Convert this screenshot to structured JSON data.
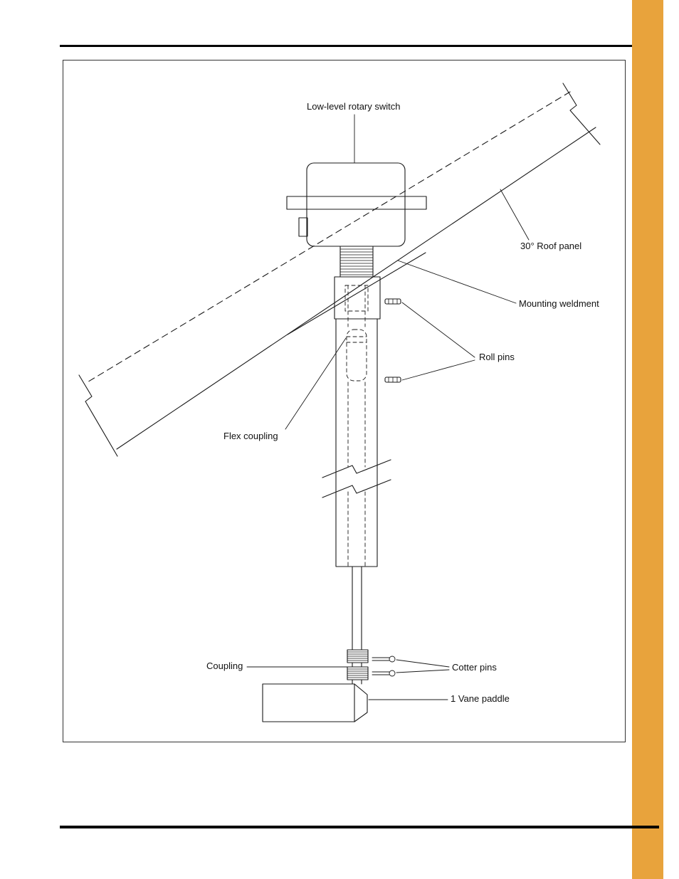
{
  "page": {
    "accent_bar_color": "#E8A33C",
    "line_color": "#1a1a1a",
    "background_color": "#ffffff"
  },
  "diagram": {
    "labels": {
      "rotary_switch": "Low-level rotary switch",
      "roof_panel": "30° Roof panel",
      "mounting_weldment": "Mounting weldment",
      "roll_pins": "Roll pins",
      "flex_coupling": "Flex coupling",
      "coupling": "Coupling",
      "cotter_pins": "Cotter pins",
      "vane_paddle": "1 Vane paddle"
    }
  }
}
